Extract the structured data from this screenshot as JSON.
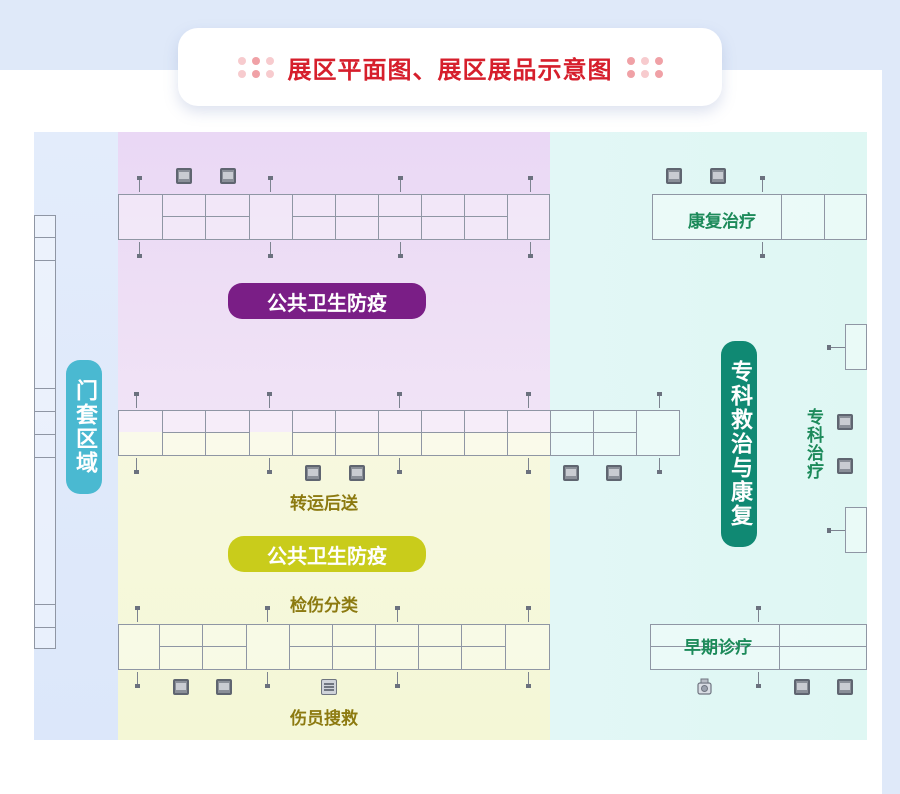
{
  "header": {
    "title": "展区平面图、展区展品示意图"
  },
  "zones": {
    "entrance": "门套区域",
    "public_health_top": "公共卫生防疫",
    "public_health_bottom": "公共卫生防疫",
    "specialty_rehab": "专科救治与康复"
  },
  "booth_labels": {
    "rehab_treatment": "康复治疗",
    "transport": "转运后送",
    "triage": "检伤分类",
    "search_rescue": "伤员搜救",
    "specialty_treatment": "专科治疗",
    "early_treatment": "早期诊疗"
  },
  "colors": {
    "title": "#d61f2c",
    "public_top_label": "#7a1e86",
    "public_bottom_label": "#c9cc1b",
    "entrance_label": "#4ab9d1",
    "specialty_label": "#108973"
  },
  "icons": [
    "monitor-icon",
    "device-icon",
    "robot-icon"
  ]
}
